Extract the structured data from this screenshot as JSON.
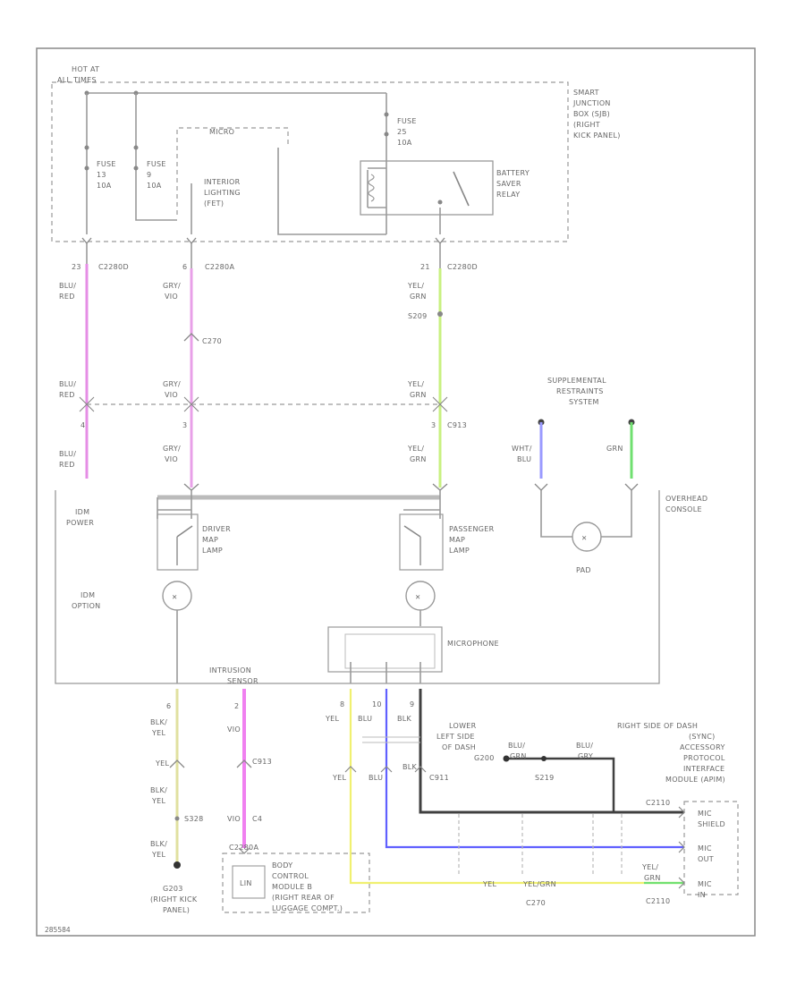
{
  "labels": {
    "hot_at_all_times": [
      "HOT AT",
      "ALL TIMES"
    ],
    "sjb": [
      "SMART",
      "JUNCTION",
      "BOX (SJB)",
      "(RIGHT",
      "KICK PANEL)"
    ],
    "fuse_left_1": [
      "FUSE",
      "13",
      "10A"
    ],
    "fuse_left_2": [
      "FUSE",
      "9",
      "10A"
    ],
    "fuse_right": [
      "FUSE",
      "25",
      "10A"
    ],
    "micro": "MICRO",
    "interior_lighting": [
      "INTERIOR",
      "LIGHTING",
      "(FET)"
    ],
    "battery_saver": [
      "BATTERY",
      "SAVER",
      "RELAY"
    ],
    "c2280d_left": [
      "23",
      "C2280D"
    ],
    "c2280a": [
      "6",
      "C2280A"
    ],
    "c2280d_right": [
      "21",
      "C2280D"
    ],
    "blu_red_1": [
      "BLU/",
      "RED"
    ],
    "blu_red_2": [
      "BLU/",
      "RED"
    ],
    "blu_red_3": [
      "BLU/",
      "RED"
    ],
    "gry_vio_1": [
      "GRY/",
      "VIO"
    ],
    "gry_vio_2": [
      "GRY/",
      "VIO"
    ],
    "gry_vio_3": [
      "GRY/",
      "VIO"
    ],
    "yel_grn_1": [
      "YEL/",
      "GRN"
    ],
    "yel_grn_2": [
      "YEL/",
      "GRN"
    ],
    "yel_grn_3": [
      "YEL/",
      "GRN"
    ],
    "c270_upper": "C270",
    "s209": "S209",
    "c913_upper": [
      "3",
      "C913"
    ],
    "pin_4": "4",
    "pin_3": "3",
    "srs": [
      "SUPPLEMENTAL",
      "RESTRAINTS",
      "SYSTEM"
    ],
    "wht_blu": [
      "WHT/",
      "BLU"
    ],
    "grn": "GRN",
    "pad": "PAD",
    "overhead_console": [
      "OVERHEAD",
      "CONSOLE"
    ],
    "idm_power": [
      "IDM",
      "POWER"
    ],
    "idm_option": [
      "IDM",
      "OPTION"
    ],
    "driver_map_lamp": [
      "DRIVER",
      "MAP",
      "LAMP"
    ],
    "passenger_map_lamp": [
      "PASSENGER",
      "MAP",
      "LAMP"
    ],
    "microphone": "MICROPHONE",
    "intrusion_sensor": [
      "INTRUSION",
      "SENSOR"
    ],
    "pin_6_left": "6",
    "pin_2_mid": "2",
    "pin_8": "8",
    "pin_10": "10",
    "pin_9": "9",
    "blk_yel_1": [
      "BLK/",
      "YEL"
    ],
    "blk_yel_2": [
      "BLK/",
      "YEL"
    ],
    "blk_yel_3": [
      "BLK/",
      "YEL"
    ],
    "vio_1": "VIO",
    "vio_2": "VIO",
    "c913_lower": "C913",
    "yel_1": "YEL",
    "yel_2": "YEL",
    "blu_1": "BLU",
    "blu_2": "BLU",
    "blk_1": "BLK",
    "blk_2": "BLK",
    "c911": "C911",
    "lower_left_dash": [
      "LOWER",
      "LEFT SIDE",
      "OF DASH",
      "G200"
    ],
    "blu_grn": [
      "BLU/",
      "GRN"
    ],
    "blu_gry": [
      "BLU/",
      "GRY"
    ],
    "s219": "S219",
    "apim": [
      "RIGHT SIDE OF DASH",
      "(SYNC)",
      "ACCESSORY",
      "PROTOCOL",
      "INTERFACE",
      "MODULE (APIM)"
    ],
    "mic_shield": [
      "MIC",
      "SHIELD"
    ],
    "mic_out": [
      "MIC",
      "OUT"
    ],
    "mic_in": [
      "MIC",
      "IN"
    ],
    "c2110_1": "C2110",
    "c2110_2": "C2110",
    "s328": "S328",
    "g203": [
      "G203",
      "(RIGHT KICK",
      "PANEL)"
    ],
    "c2280a_lower": "C2280A",
    "vio_c4": "VIO",
    "c4": "C4",
    "lin": "LIN",
    "bcm": [
      "BODY",
      "CONTROL",
      "MODULE B",
      "(RIGHT REAR OF",
      "LUGGAGE COMPT.)"
    ],
    "yel_grn_h": "YEL/GRN",
    "c270_lower": "C270",
    "code": "285584"
  },
  "colors": {
    "blu_red_wire": "#e58ee5",
    "gry_vio_wire": "#e8a0e8",
    "yel_grn_wire": "#c8f080",
    "vio_wire": "#f080f0",
    "wht_blu_wire": "#9a9aff",
    "grn_wire": "#70e070",
    "blk_yel_wire": "#e0e0a0",
    "yel_wire": "#f0f070",
    "blu_wire": "#6060ff",
    "blk_wire": "#404040"
  }
}
